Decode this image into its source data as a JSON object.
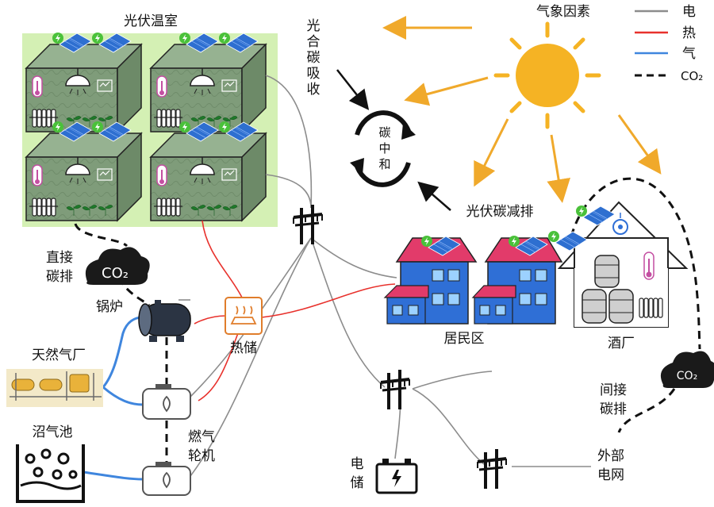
{
  "legend": {
    "items": [
      {
        "label": "电",
        "color": "#8c8c8c",
        "style": "solid"
      },
      {
        "label": "热",
        "color": "#e8312c",
        "style": "solid"
      },
      {
        "label": "气",
        "color": "#3f86de",
        "style": "solid"
      },
      {
        "label": "CO₂",
        "color": "#111111",
        "style": "dashed"
      }
    ]
  },
  "labels": {
    "greenhouse": "光伏温室",
    "weather": "气象因素",
    "photosynthesis": [
      "光",
      "合",
      "碳",
      "吸",
      "收"
    ],
    "carbon_neutral": [
      "碳",
      "中",
      "和"
    ],
    "pv_reduction": "光伏碳减排",
    "direct_emission": [
      "直接",
      "碳排"
    ],
    "boiler": "锅炉",
    "natural_gas_plant": "天然气厂",
    "heat_storage": "热储",
    "residential": "居民区",
    "brewery": "酒厂",
    "biogas": "沼气池",
    "gas_turbine": [
      "燃气",
      "轮机"
    ],
    "battery": [
      "电",
      "储"
    ],
    "indirect_emission": [
      "间接",
      "碳排"
    ],
    "external_grid": [
      "外部",
      "电网"
    ],
    "co2_cloud_left": "CO₂",
    "co2_cloud_right": "CO₂"
  },
  "colors": {
    "electric": "#8c8c8c",
    "heat": "#e8312c",
    "gas": "#3f86de",
    "co2": "#111111",
    "sun": "#f5b324",
    "ray": "#f0a92b",
    "greenhouse_bg": "#d4f0b4",
    "greenhouse_box": "#7c9a78",
    "house_blue": "#2f6fd6",
    "roof": "#e23b6a"
  }
}
